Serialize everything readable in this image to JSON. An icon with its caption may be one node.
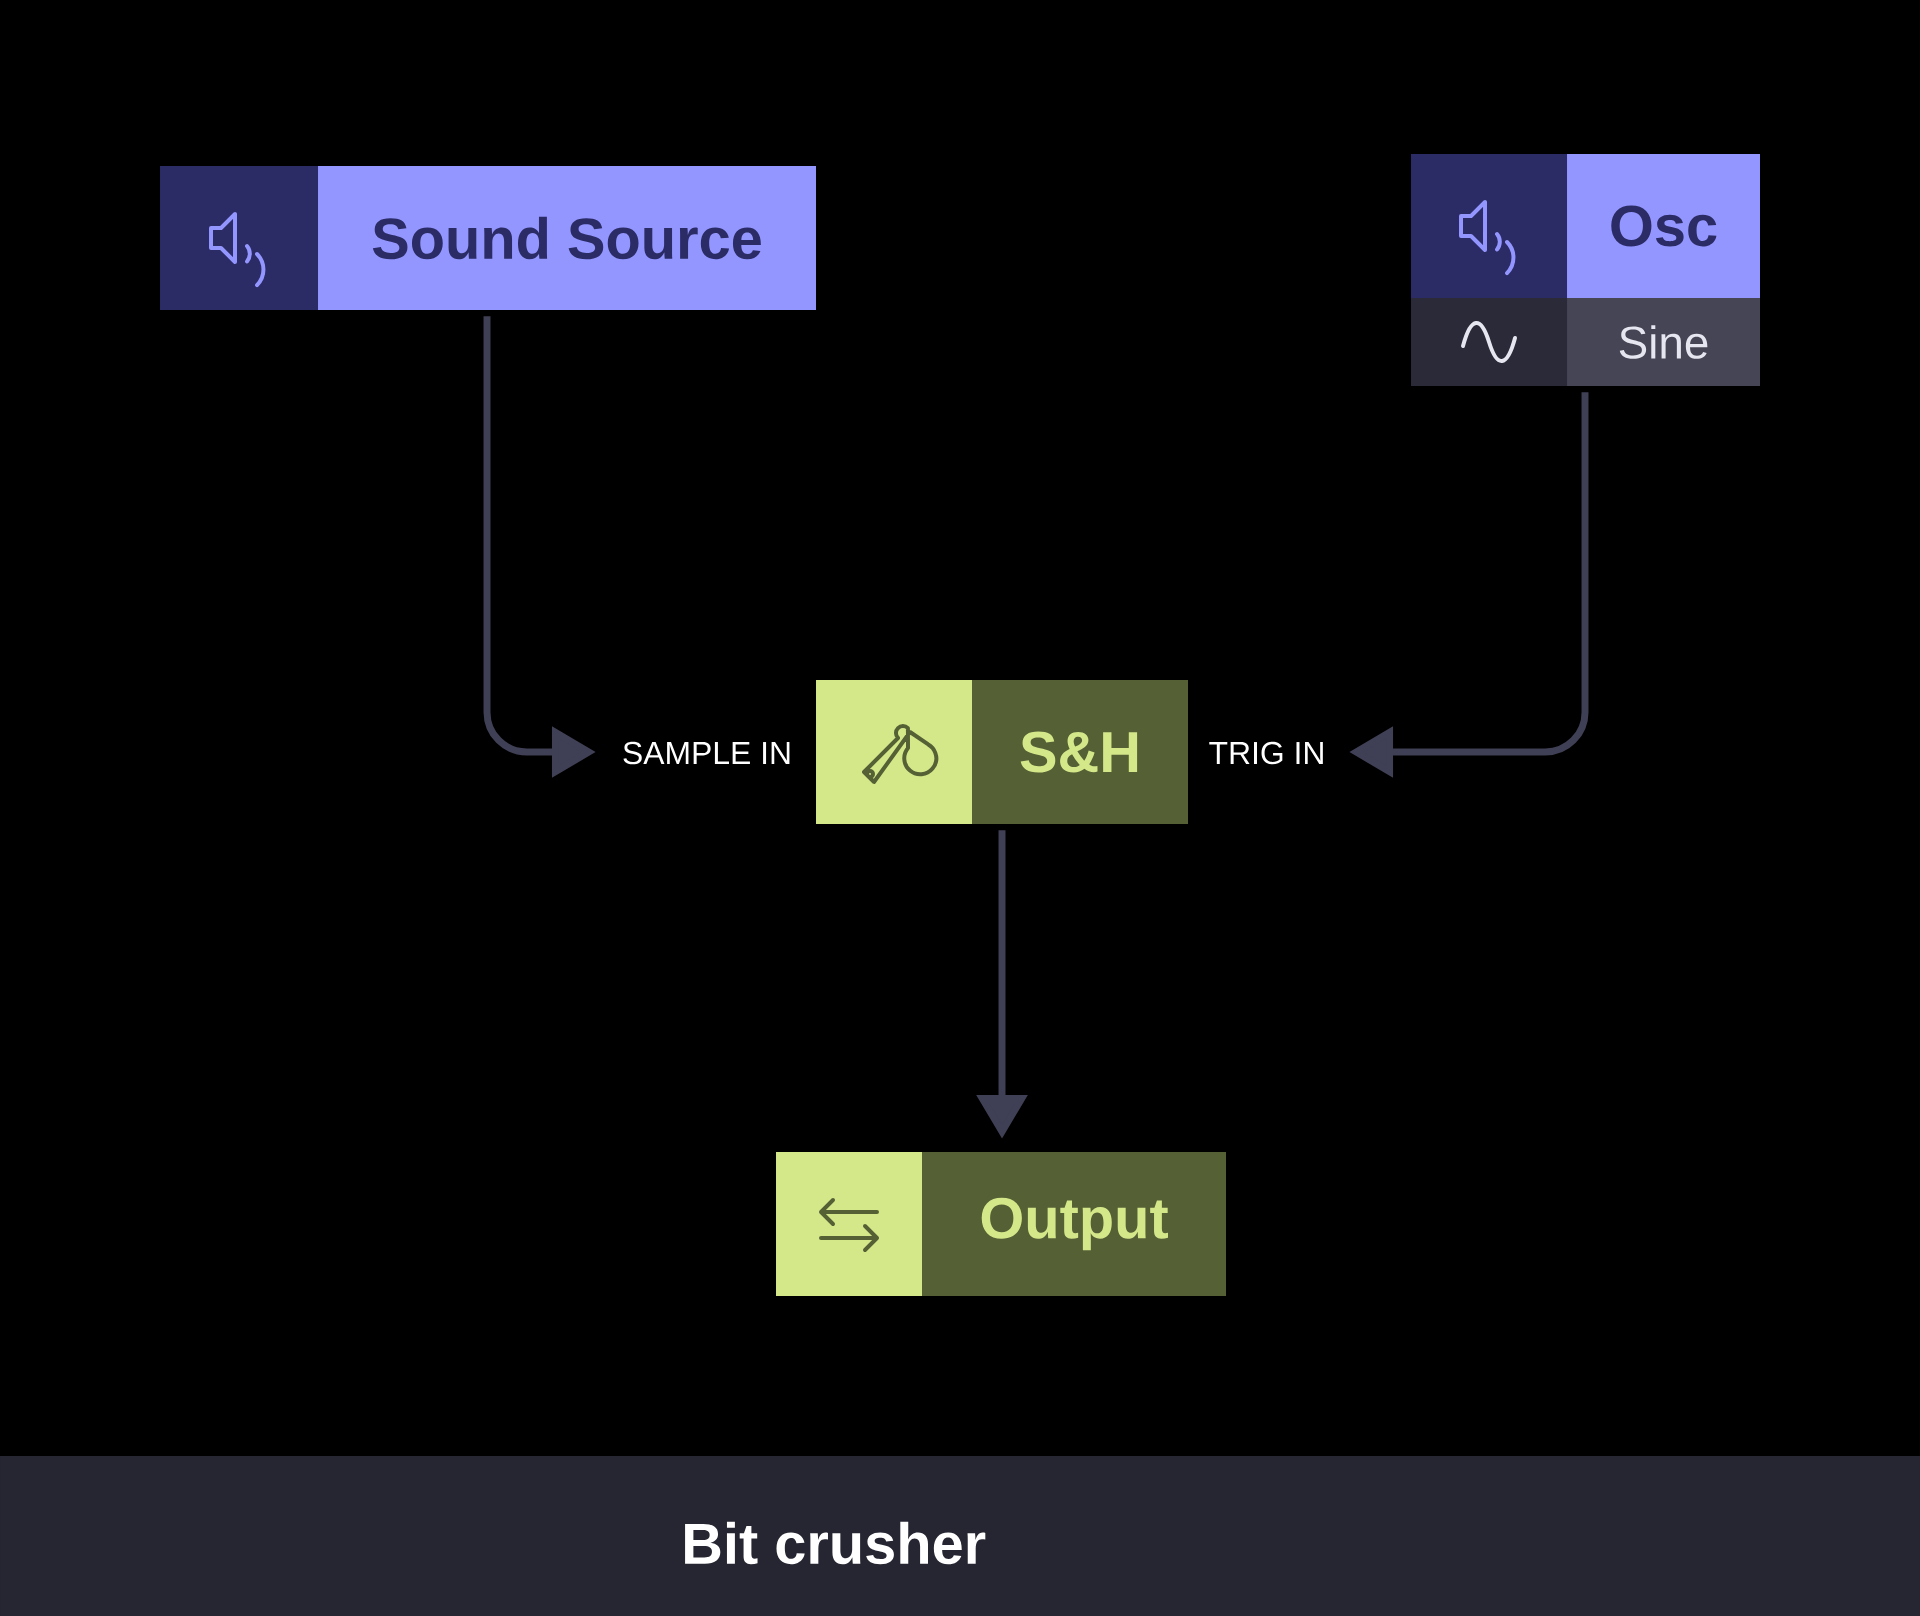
{
  "diagram": {
    "title": "Bit crusher",
    "nodes": [
      {
        "text": [
          "Sound Source"
        ]
      },
      {
        "text": [
          "Osc",
          "Sine"
        ]
      },
      {
        "text": [
          "S&H"
        ],
        "beside": [
          "SAMPLE IN",
          "TRIG IN"
        ]
      },
      {
        "text": [
          "Output"
        ]
      }
    ],
    "edges": [
      {
        "from": 0,
        "to": 2,
        "arrow": "to"
      },
      {
        "from": 1,
        "to": 2,
        "arrow": "to"
      },
      {
        "from": 2,
        "to": 3,
        "arrow": "to"
      }
    ]
  }
}
